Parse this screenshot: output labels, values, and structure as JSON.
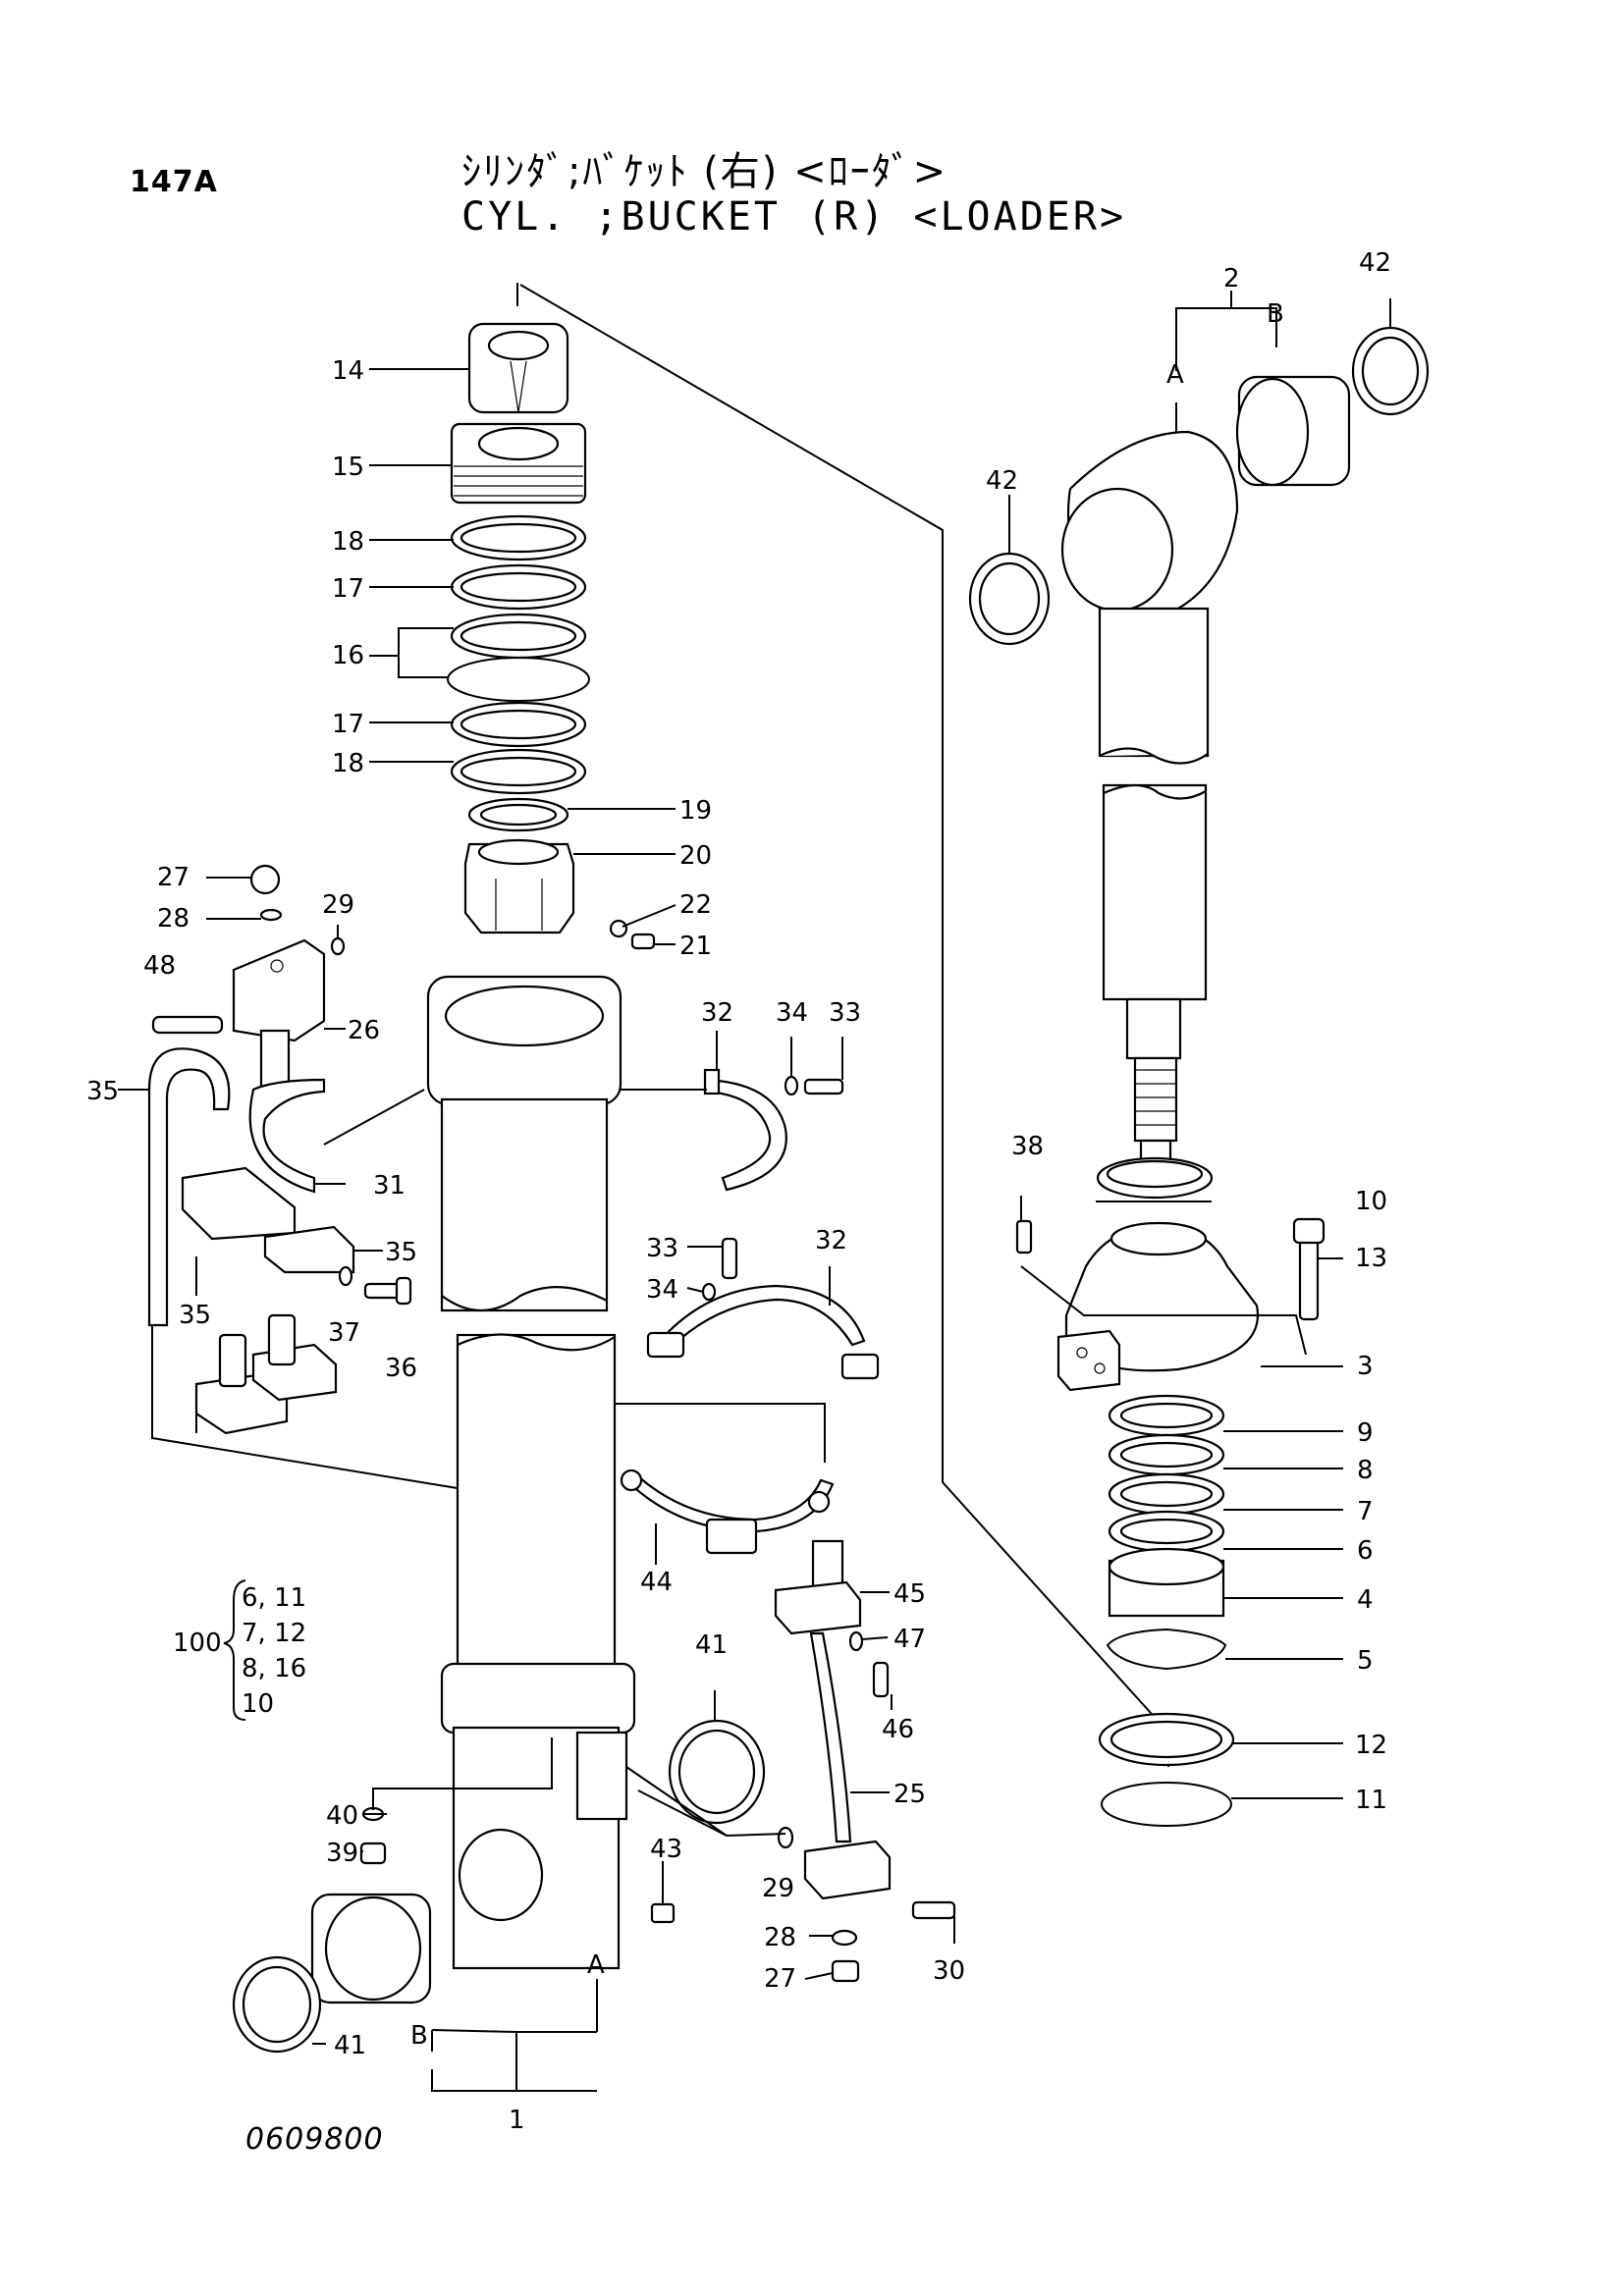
{
  "header": {
    "page_number": "147A",
    "title_jp": "ｼﾘﾝﾀﾞ;ﾊﾞｹｯﾄ (右) <ﾛｰﾀﾞ>",
    "title_en": "CYL. ;BUCKET (R) <LOADER>"
  },
  "footer": {
    "drawing_number": "0609800"
  },
  "callouts": {
    "p1": "1",
    "p2": "2",
    "p3": "3",
    "p4": "4",
    "p5": "5",
    "p6": "6",
    "p7": "7",
    "p8": "8",
    "p9": "9",
    "p10": "10",
    "p11": "11",
    "p12": "12",
    "p13": "13",
    "p14": "14",
    "p15": "15",
    "p16": "16",
    "p17a": "17",
    "p17b": "17",
    "p18a": "18",
    "p18b": "18",
    "p19": "19",
    "p20": "20",
    "p21": "21",
    "p22": "22",
    "p25": "25",
    "p26": "26",
    "p27a": "27",
    "p27b": "27",
    "p28a": "28",
    "p28b": "28",
    "p29a": "29",
    "p29b": "29",
    "p30": "30",
    "p31": "31",
    "p32a": "32",
    "p32b": "32",
    "p33a": "33",
    "p33b": "33",
    "p34a": "34",
    "p34b": "34",
    "p35a": "35",
    "p35b": "35",
    "p35c": "35",
    "p36": "36",
    "p37": "37",
    "p38": "38",
    "p39": "39",
    "p40": "40",
    "p41a": "41",
    "p41b": "41",
    "p42a": "42",
    "p42b": "42",
    "p43": "43",
    "p44": "44",
    "p45": "45",
    "p46": "46",
    "p47": "47",
    "p48": "48",
    "A_top": "A",
    "B_top": "B",
    "A_bot": "A",
    "B_bot": "B"
  },
  "kit": {
    "number": "100",
    "rows": [
      "6, 11",
      "7, 12",
      "8, 16",
      "10"
    ]
  }
}
